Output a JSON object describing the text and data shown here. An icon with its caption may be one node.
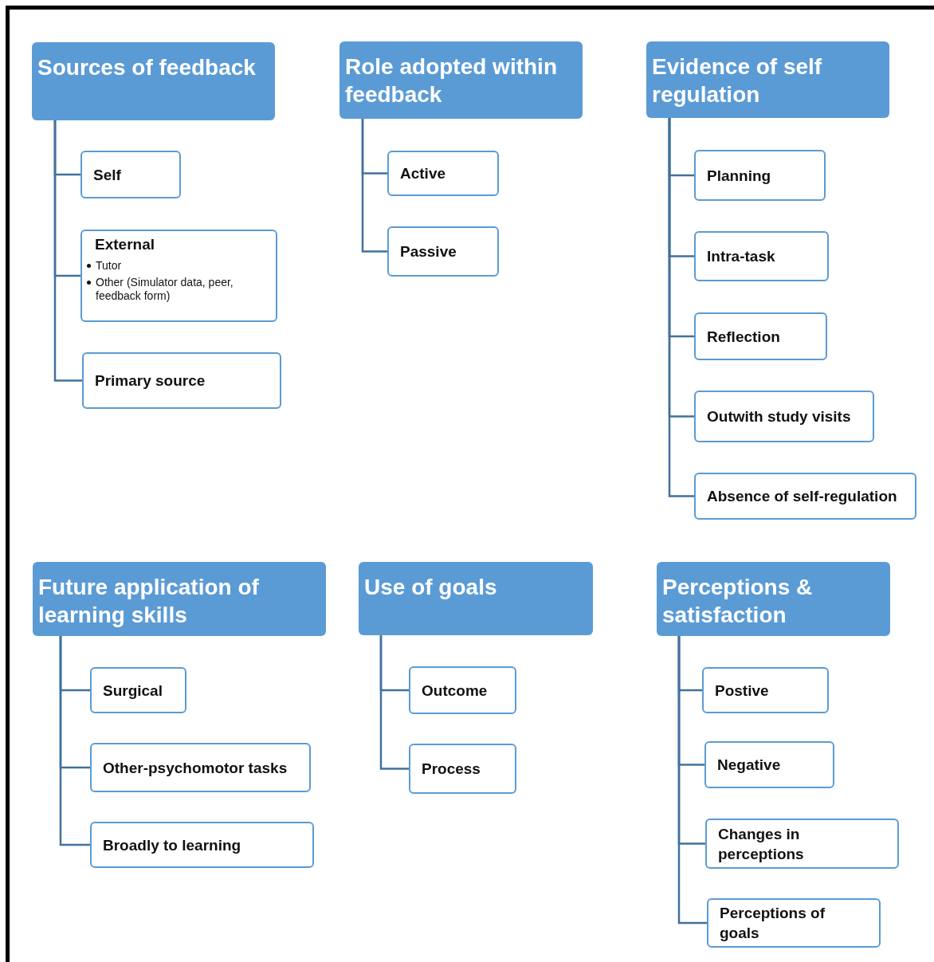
{
  "diagram": {
    "nodes": [
      {
        "text": [
          "Sources of feedback"
        ]
      },
      {
        "text": [
          "Self"
        ]
      },
      {
        "text": [
          "External",
          "Tutor",
          "Other (Simulator data, peer, feedback form)"
        ]
      },
      {
        "text": [
          "Primary source"
        ]
      },
      {
        "text": [
          "Role adopted within feedback"
        ]
      },
      {
        "text": [
          "Active"
        ]
      },
      {
        "text": [
          "Passive"
        ]
      },
      {
        "text": [
          "Evidence of self regulation"
        ]
      },
      {
        "text": [
          "Planning"
        ]
      },
      {
        "text": [
          "Intra-task"
        ]
      },
      {
        "text": [
          "Reflection"
        ]
      },
      {
        "text": [
          "Outwith study visits"
        ]
      },
      {
        "text": [
          "Absence of self-regulation"
        ]
      },
      {
        "text": [
          "Future application of learning skills"
        ]
      },
      {
        "text": [
          "Surgical"
        ]
      },
      {
        "text": [
          "Other-psychomotor tasks"
        ]
      },
      {
        "text": [
          "Broadly to learning"
        ]
      },
      {
        "text": [
          "Use of goals"
        ]
      },
      {
        "text": [
          "Outcome"
        ]
      },
      {
        "text": [
          "Process"
        ]
      },
      {
        "text": [
          "Perceptions & satisfaction"
        ]
      },
      {
        "text": [
          "Postive"
        ]
      },
      {
        "text": [
          "Negative"
        ]
      },
      {
        "text": [
          "Changes in perceptions"
        ]
      },
      {
        "text": [
          "Perceptions of goals"
        ]
      }
    ],
    "edges": [
      {
        "from": 0,
        "to": 1,
        "arrow": "none"
      },
      {
        "from": 0,
        "to": 2,
        "arrow": "none"
      },
      {
        "from": 0,
        "to": 3,
        "arrow": "none"
      },
      {
        "from": 4,
        "to": 5,
        "arrow": "none"
      },
      {
        "from": 4,
        "to": 6,
        "arrow": "none"
      },
      {
        "from": 7,
        "to": 8,
        "arrow": "none"
      },
      {
        "from": 7,
        "to": 9,
        "arrow": "none"
      },
      {
        "from": 7,
        "to": 10,
        "arrow": "none"
      },
      {
        "from": 7,
        "to": 11,
        "arrow": "none"
      },
      {
        "from": 7,
        "to": 12,
        "arrow": "none"
      },
      {
        "from": 13,
        "to": 14,
        "arrow": "none"
      },
      {
        "from": 13,
        "to": 15,
        "arrow": "none"
      },
      {
        "from": 13,
        "to": 16,
        "arrow": "none"
      },
      {
        "from": 17,
        "to": 18,
        "arrow": "none"
      },
      {
        "from": 17,
        "to": 19,
        "arrow": "none"
      },
      {
        "from": 20,
        "to": 21,
        "arrow": "none"
      },
      {
        "from": 20,
        "to": 22,
        "arrow": "none"
      },
      {
        "from": 20,
        "to": 23,
        "arrow": "none"
      },
      {
        "from": 20,
        "to": 24,
        "arrow": "none"
      }
    ]
  }
}
